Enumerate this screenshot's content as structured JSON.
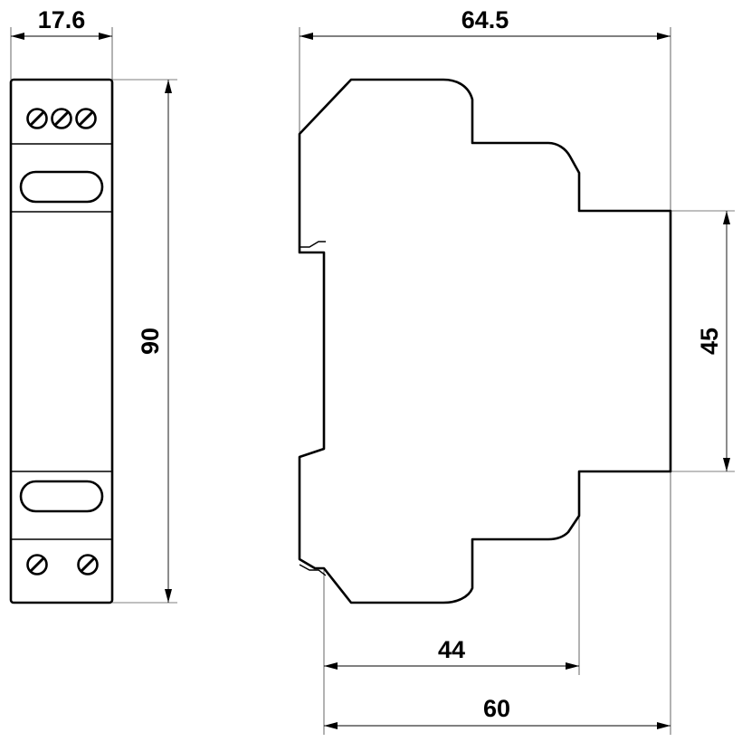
{
  "dimensions": {
    "front_width": "17.6",
    "front_height": "90",
    "side_total_depth": "64.5",
    "side_profile_height": "45",
    "side_inner_depth": "44",
    "side_rail_depth": "60"
  }
}
